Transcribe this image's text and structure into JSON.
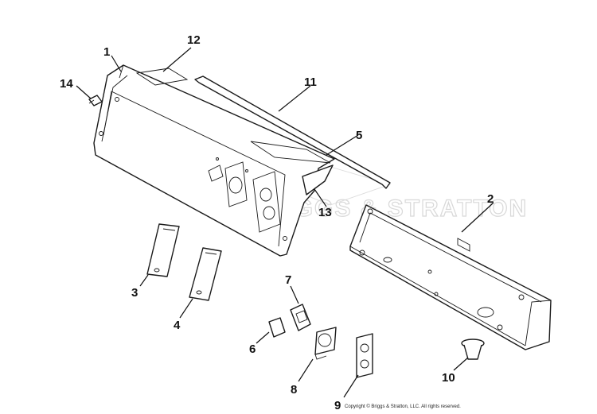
{
  "watermark": "BRIGGS & STRATTON",
  "copyright": "Copyright © Briggs & Stratton, LLC. All rights reserved.",
  "callouts": [
    "1",
    "2",
    "3",
    "4",
    "5",
    "6",
    "7",
    "8",
    "9",
    "10",
    "11",
    "12",
    "13",
    "14"
  ],
  "colors": {
    "line": "#1a1a1a",
    "watermark": "#d8d8d8",
    "background": "#ffffff"
  }
}
